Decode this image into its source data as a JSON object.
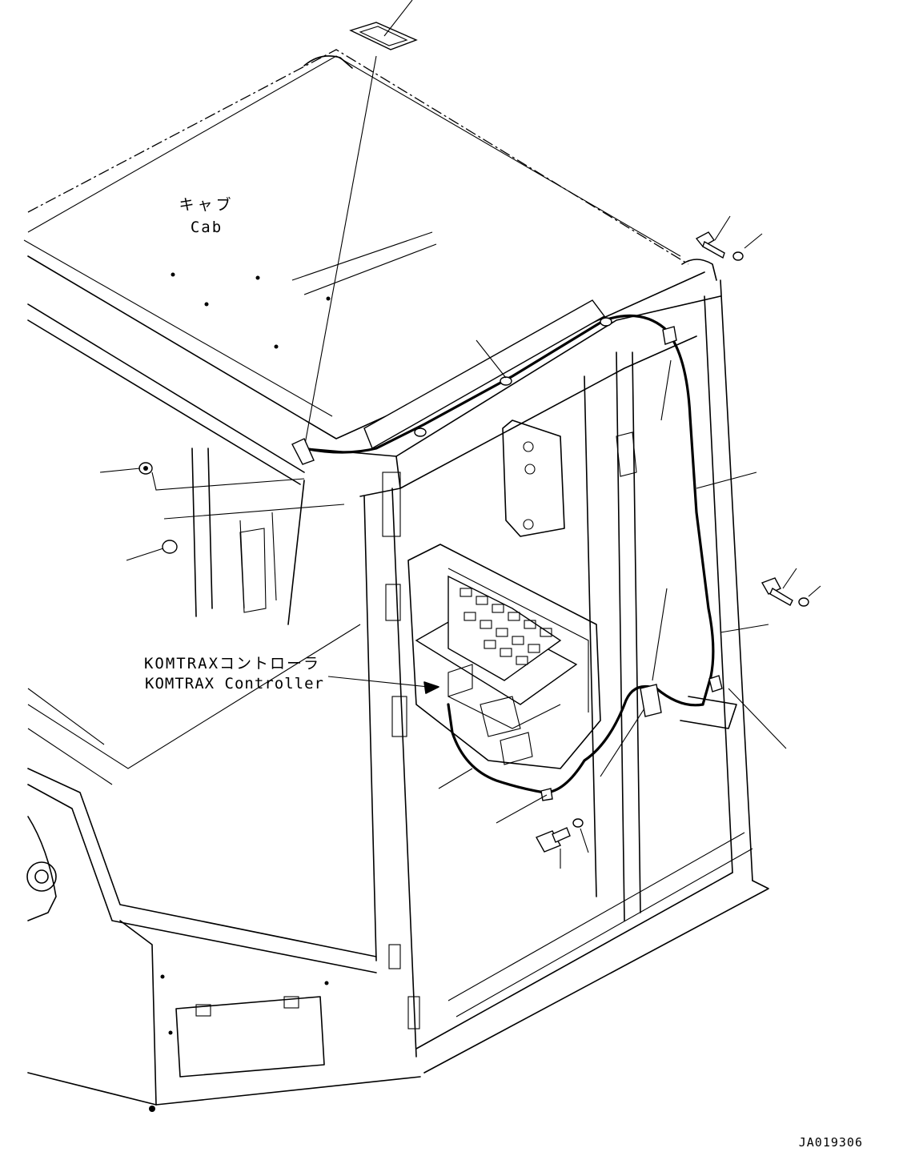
{
  "labels": {
    "cab_jp": "キャブ",
    "cab_en": "Cab",
    "controller_jp": "KOMTRAXコントローラ",
    "controller_en": "KOMTRAX Controller",
    "drawing_number": "JA019306"
  }
}
